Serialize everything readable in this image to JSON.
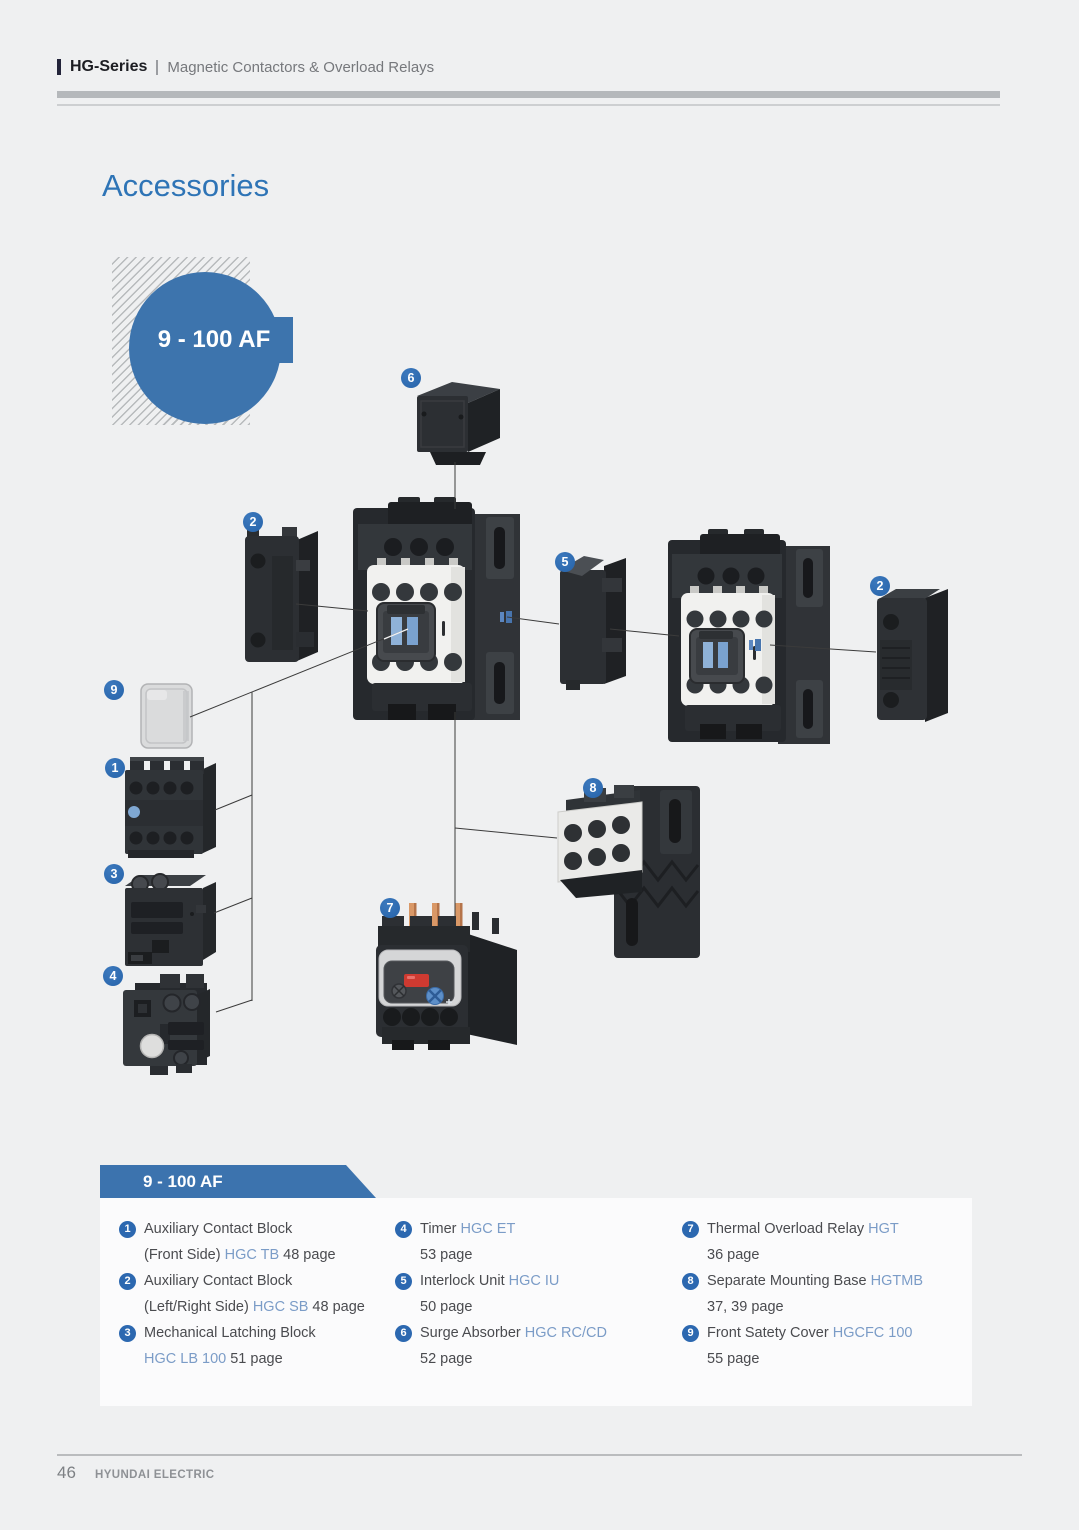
{
  "header": {
    "series": "HG-Series",
    "subtitle": "Magnetic Contactors & Overload Relays"
  },
  "title": "Accessories",
  "range_badge": "9 - 100 AF",
  "colors": {
    "accent_blue": "#3c73ae",
    "badge_blue": "#2c68b0",
    "code_blue": "#7b9cc7",
    "text_gray": "#4a4b4f"
  },
  "diagram": {
    "badges": [
      {
        "num": "6"
      },
      {
        "num": "2"
      },
      {
        "num": "5"
      },
      {
        "num": "2"
      },
      {
        "num": "9"
      },
      {
        "num": "1"
      },
      {
        "num": "3"
      },
      {
        "num": "4"
      },
      {
        "num": "8"
      },
      {
        "num": "7"
      }
    ]
  },
  "legend": {
    "ribbon": "9 - 100 AF",
    "columns": [
      [
        {
          "num": "1",
          "lines": [
            [
              {
                "t": "Auxiliary Contact Block"
              }
            ],
            [
              {
                "t": "(Front Side) "
              },
              {
                "t": "HGC TB",
                "c": "blue"
              },
              {
                "t": " 48 page"
              }
            ]
          ]
        },
        {
          "num": "2",
          "lines": [
            [
              {
                "t": "Auxiliary Contact Block"
              }
            ],
            [
              {
                "t": "(Left/Right Side) "
              },
              {
                "t": "HGC SB",
                "c": "blue"
              },
              {
                "t": " 48 page"
              }
            ]
          ]
        },
        {
          "num": "3",
          "lines": [
            [
              {
                "t": "Mechanical Latching Block"
              }
            ],
            [
              {
                "t": "HGC LB 100",
                "c": "blue"
              },
              {
                "t": " 51 page"
              }
            ]
          ]
        }
      ],
      [
        {
          "num": "4",
          "lines": [
            [
              {
                "t": "Timer "
              },
              {
                "t": "HGC ET",
                "c": "blue"
              }
            ],
            [
              {
                "t": "53 page"
              }
            ]
          ]
        },
        {
          "num": "5",
          "lines": [
            [
              {
                "t": "Interlock Unit "
              },
              {
                "t": "HGC IU",
                "c": "blue"
              }
            ],
            [
              {
                "t": "50 page"
              }
            ]
          ]
        },
        {
          "num": "6",
          "lines": [
            [
              {
                "t": "Surge Absorber "
              },
              {
                "t": "HGC RC/CD",
                "c": "blue"
              }
            ],
            [
              {
                "t": "52 page"
              }
            ]
          ]
        }
      ],
      [
        {
          "num": "7",
          "lines": [
            [
              {
                "t": "Thermal Overload Relay "
              },
              {
                "t": "HGT",
                "c": "blue"
              }
            ],
            [
              {
                "t": "36 page"
              }
            ]
          ]
        },
        {
          "num": "8",
          "lines": [
            [
              {
                "t": "Separate Mounting Base "
              },
              {
                "t": "HGTMB",
                "c": "blue"
              }
            ],
            [
              {
                "t": "37, 39 page"
              }
            ]
          ]
        },
        {
          "num": "9",
          "lines": [
            [
              {
                "t": "Front Satety Cover "
              },
              {
                "t": "HGCFC 100",
                "c": "blue"
              }
            ],
            [
              {
                "t": "55 page"
              }
            ]
          ]
        }
      ]
    ]
  },
  "footer": {
    "page_number": "46",
    "brand": "HYUNDAI ELECTRIC"
  }
}
